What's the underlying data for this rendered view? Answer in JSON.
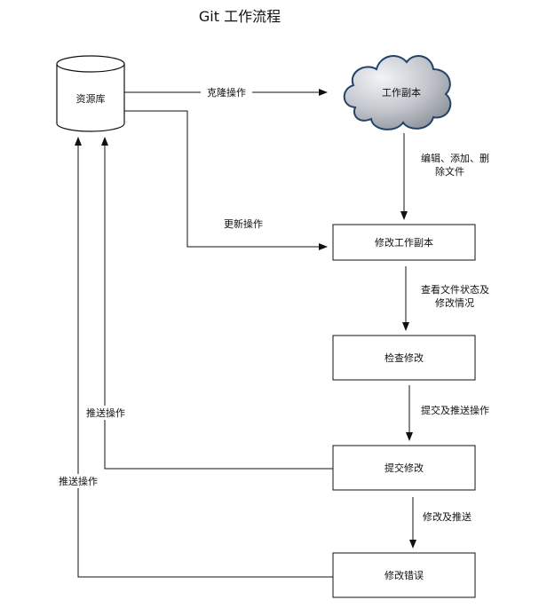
{
  "title": "Git 工作流程",
  "nodes": {
    "repository": "资源库",
    "working_copy": "工作副本",
    "modify_working_copy": "修改工作副本",
    "review_changes": "检查修改",
    "commit_changes": "提交修改",
    "fix_mistakes": "修改错误"
  },
  "edges": {
    "clone": "克隆操作",
    "edit_line1": "编辑、添加、删",
    "edit_line2": "除文件",
    "update": "更新操作",
    "check_line1": "查看文件状态及",
    "check_line2": "修改情况",
    "commit_push": "提交及推送操作",
    "push_inner": "推送操作",
    "push_outer": "推送操作",
    "fix_push": "修改及推送"
  },
  "colors": {
    "stroke": "#111111",
    "cloud_fill_light": "#f2f4f7",
    "cloud_fill_dark": "#8c9099",
    "cloud_stroke": "#25426b"
  }
}
